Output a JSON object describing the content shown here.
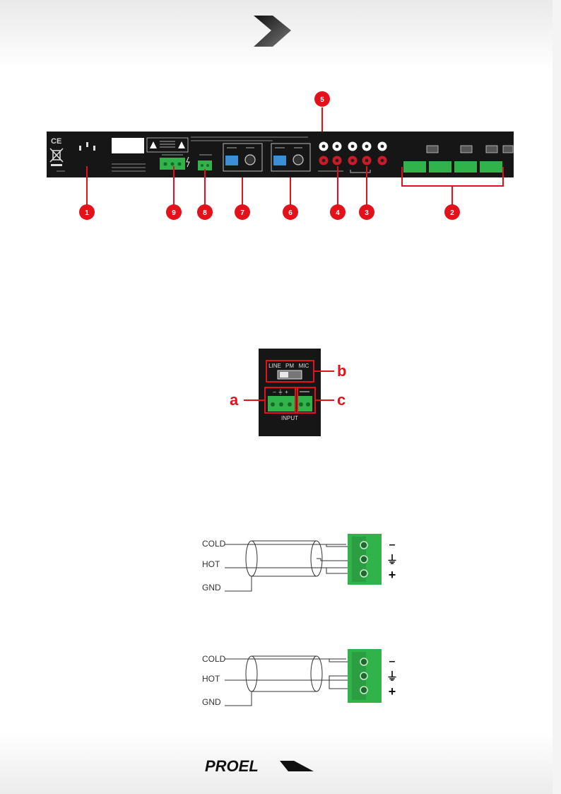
{
  "rear_panel": {
    "callouts": [
      "1",
      "2",
      "3",
      "4",
      "5",
      "6",
      "7",
      "8",
      "9"
    ],
    "ce_mark": "CE"
  },
  "input_detail": {
    "switch_labels": [
      "LINE",
      "PM",
      "MIC"
    ],
    "terminal_signs": "– ⏚ +",
    "input_label": "INPUT",
    "callout_letters": [
      "a",
      "b",
      "c"
    ]
  },
  "wiring": {
    "diagram1": {
      "wires": [
        "COLD",
        "HOT",
        "GND"
      ],
      "symbols": [
        "–",
        "⏚",
        "+"
      ]
    },
    "diagram2": {
      "wires": [
        "COLD",
        "HOT",
        "GND"
      ],
      "symbols": [
        "–",
        "⏚",
        "+"
      ]
    }
  },
  "brand": {
    "logo_text": "PROEL"
  },
  "colors": {
    "accent_red": "#e3111a",
    "terminal_green": "#2fb34a",
    "panel_black": "#161616",
    "rca_red": "#cc1b25"
  }
}
